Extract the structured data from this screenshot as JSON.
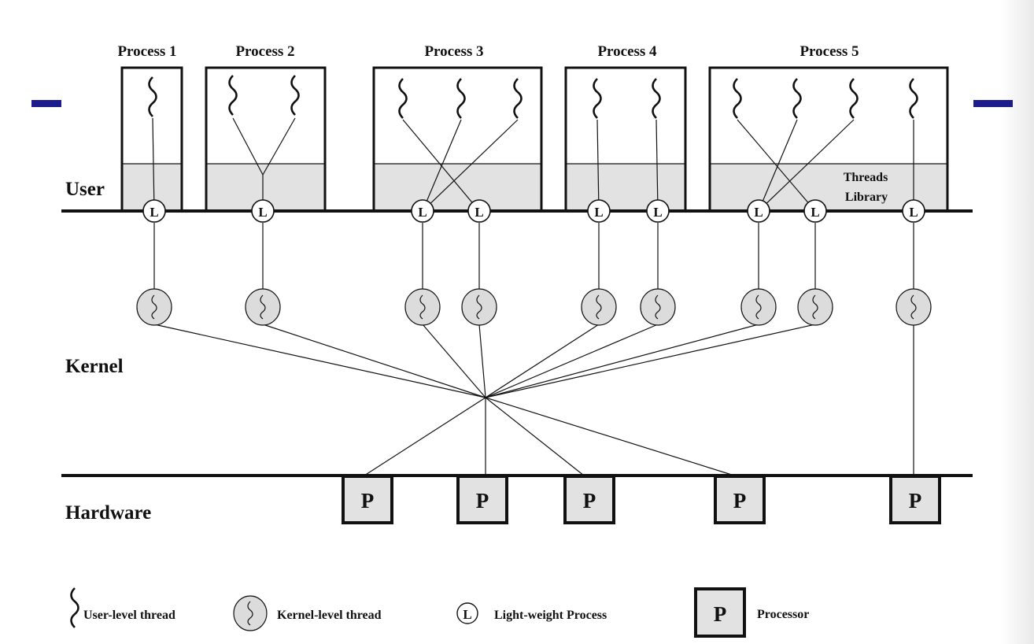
{
  "layers": {
    "user": "User",
    "kernel": "Kernel",
    "hardware": "Hardware"
  },
  "processes": [
    {
      "title": "Process 1",
      "user_threads": 1,
      "lwps": 1
    },
    {
      "title": "Process 2",
      "user_threads": 2,
      "lwps": 1
    },
    {
      "title": "Process 3",
      "user_threads": 3,
      "lwps": 2
    },
    {
      "title": "Process 4",
      "user_threads": 2,
      "lwps": 2
    },
    {
      "title": "Process 5",
      "user_threads": 4,
      "lwps": 3
    }
  ],
  "threads_library_label": "Threads Library",
  "lwp_symbol": "L",
  "processor_symbol": "P",
  "processors_count": 5,
  "legend": {
    "user_thread": "User-level thread",
    "kernel_thread": "Kernel-level thread",
    "lwp": "Light-weight Process",
    "processor": "Processor"
  },
  "colors": {
    "accent_bar": "#1c1c8c",
    "library_fill": "#e2e2e2",
    "kernel_thread_fill": "#dcdcdc",
    "processor_fill": "#e2e2e2",
    "line": "#111111"
  }
}
